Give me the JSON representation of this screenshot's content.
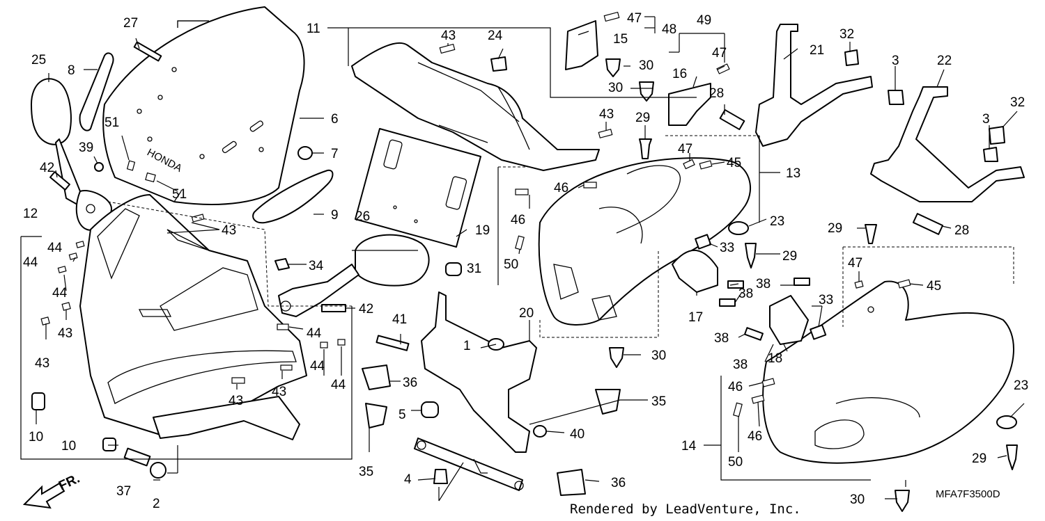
{
  "diagram": {
    "diagram_code": "MFA7F3500D",
    "credit": "Rendered by LeadVenture, Inc.",
    "direction_label": "FR.",
    "windscreen_text": "HONDA",
    "callouts": {
      "c1": "1",
      "c2": "2",
      "c3a": "3",
      "c3b": "3",
      "c4": "4",
      "c5": "5",
      "c6": "6",
      "c7": "7",
      "c8": "8",
      "c9": "9",
      "c10a": "10",
      "c10b": "10",
      "c11": "11",
      "c12": "12",
      "c13": "13",
      "c14": "14",
      "c15": "15",
      "c16": "16",
      "c17": "17",
      "c18": "18",
      "c19": "19",
      "c20": "20",
      "c21": "21",
      "c22": "22",
      "c23a": "23",
      "c23b": "23",
      "c24": "24",
      "c25": "25",
      "c26": "26",
      "c27": "27",
      "c28a": "28",
      "c28b": "28",
      "c29a": "29",
      "c29b": "29",
      "c29c": "29",
      "c29d": "29",
      "c30a": "30",
      "c30b": "30",
      "c30c": "30",
      "c30d": "30",
      "c31": "31",
      "c32a": "32",
      "c32b": "32",
      "c33a": "33",
      "c33b": "33",
      "c34": "34",
      "c35a": "35",
      "c35b": "35",
      "c36a": "36",
      "c36b": "36",
      "c37": "37",
      "c38a": "38",
      "c38b": "38",
      "c38c": "38",
      "c38d": "38",
      "c39": "39",
      "c40": "40",
      "c41": "41",
      "c42a": "42",
      "c42b": "42",
      "c43a": "43",
      "c43b": "43",
      "c43c": "43",
      "c43d": "43",
      "c43e": "43",
      "c43f": "43",
      "c43g": "43",
      "c44a": "44",
      "c44b": "44",
      "c44c": "44",
      "c44d": "44",
      "c44e": "44",
      "c44f": "44",
      "c45a": "45",
      "c45b": "45",
      "c46a": "46",
      "c46b": "46",
      "c46c": "46",
      "c46d": "46",
      "c47a": "47",
      "c47b": "47",
      "c47c": "47",
      "c47d": "47",
      "c48": "48",
      "c49": "49",
      "c50a": "50",
      "c50b": "50",
      "c51a": "51",
      "c51b": "51"
    }
  }
}
